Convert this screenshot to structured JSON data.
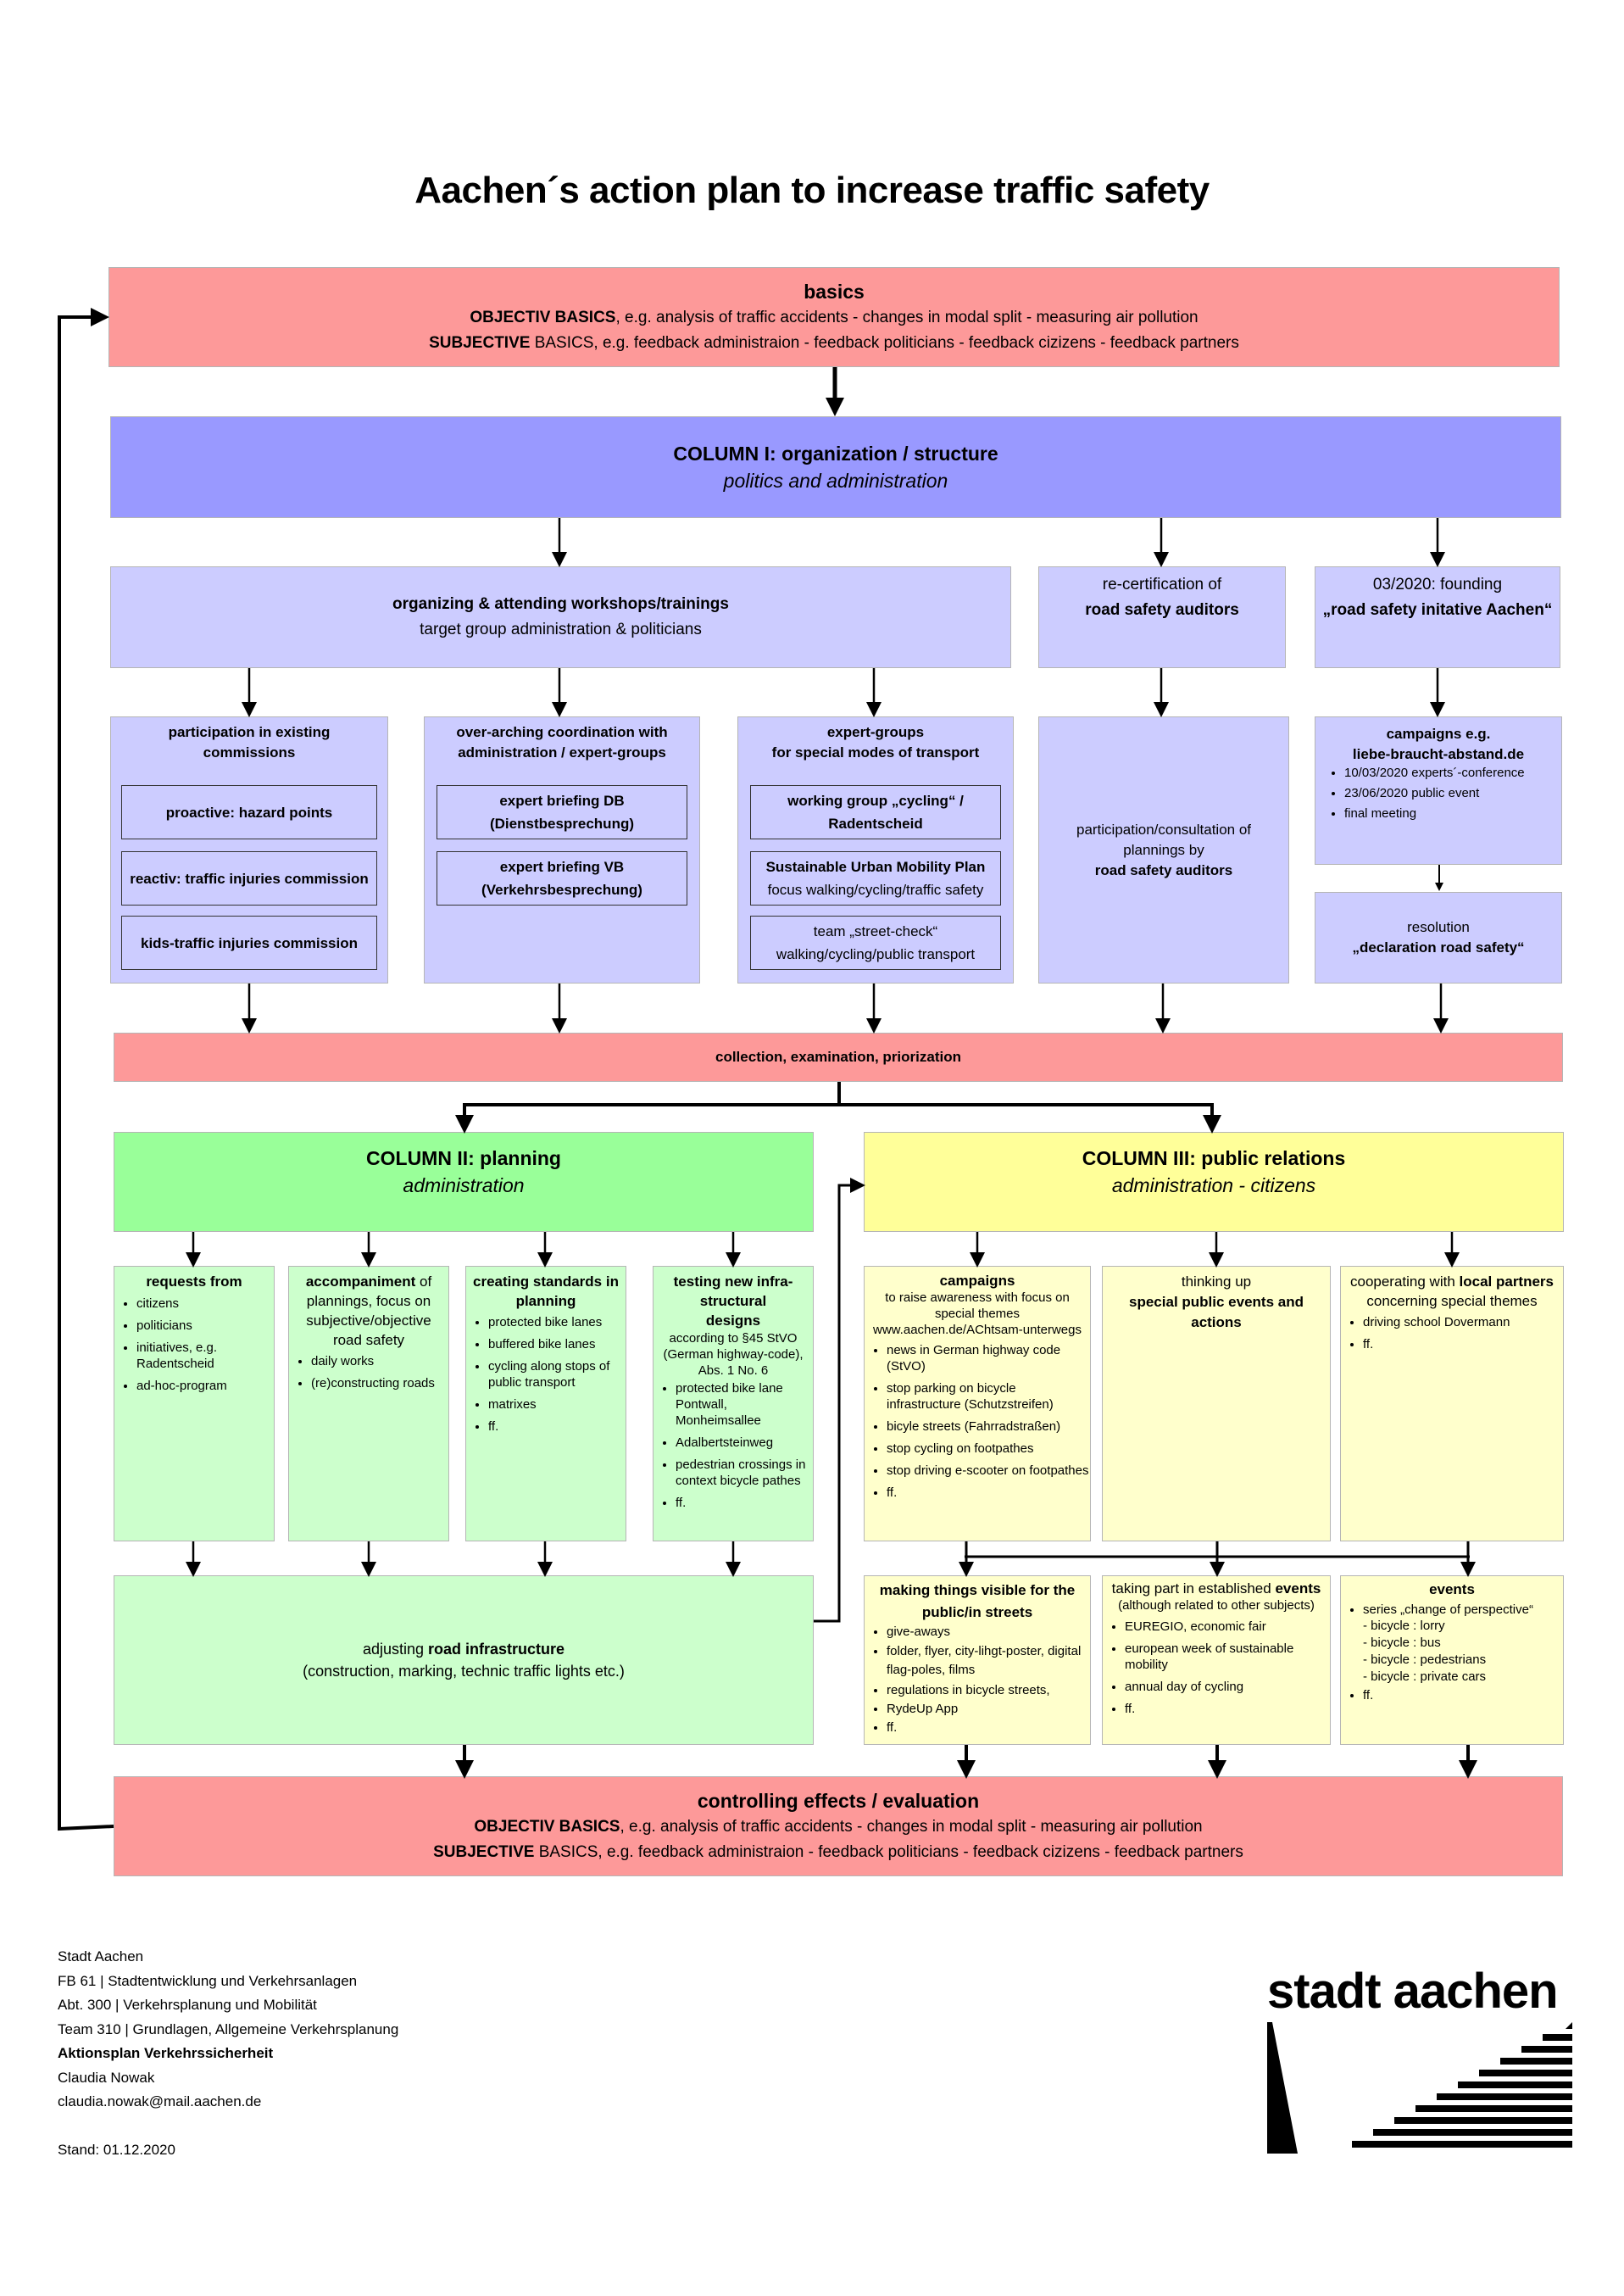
{
  "title": "Aachen´s action plan to increase traffic safety",
  "basics": {
    "heading": "basics",
    "objective_bold": "OBJECTIV BASICS",
    "objective_text": ", e.g. analysis of traffic accidents - changes in modal split - measuring air pollution",
    "subjective_bold": "SUBJECTIVE",
    "subjective_text": " BASICS, e.g. feedback administraion - feedback politicians - feedback cizizens - feedback partners"
  },
  "col1": {
    "heading": "COLUMN I: organization / structure",
    "sub": "politics and administration"
  },
  "workshops": {
    "heading": "organizing & attending workshops/trainings",
    "sub": "target group administration & politicians"
  },
  "recert": {
    "line1": "re-certification of",
    "line2": "road safety auditors"
  },
  "founding": {
    "line1": "03/2020: founding",
    "line2": "„road safety initative Aachen“"
  },
  "commissions": {
    "heading": "participation in existing commissions",
    "items": [
      "proactive: hazard points",
      "reactiv: traffic injuries commission",
      "kids-traffic injuries commission"
    ]
  },
  "coordination": {
    "heading": "over-arching coordination with administration / expert-groups",
    "items": [
      {
        "l1": "expert briefing DB",
        "l2": "(Dienstbesprechung)"
      },
      {
        "l1": "expert briefing VB",
        "l2": "(Verkehrsbesprechung)"
      }
    ]
  },
  "experts": {
    "h1": "expert-groups",
    "h2": "for special modes of transport",
    "items": [
      {
        "l1": "working group „cycling“ /",
        "l2": "Radentscheid"
      },
      {
        "l1": "Sustainable Urban Mobility Plan",
        "l2": "focus walking/cycling/traffic safety"
      },
      {
        "l1": "team „street-check“",
        "l2": "walking/cycling/public transport"
      }
    ]
  },
  "consultation": {
    "l1": "participation/consultation of",
    "l2": "plannings by",
    "l3": "road safety auditors"
  },
  "campaigns_box": {
    "h1": "campaigns e.g.",
    "h2": "liebe-braucht-abstand.de",
    "items": [
      "10/03/2020 experts´-conference",
      "23/06/2020 public event",
      "final meeting"
    ]
  },
  "resolution": {
    "l1": "resolution",
    "l2": "„declaration road safety“"
  },
  "collection": "collection, examination, priorization",
  "col2": {
    "heading": "COLUMN II: planning",
    "sub": "administration"
  },
  "col3": {
    "heading": "COLUMN III: public relations",
    "sub": "administration - citizens"
  },
  "requests": {
    "heading": "requests from",
    "items": [
      "citizens",
      "politicians",
      "initiatives, e.g. Radentscheid",
      "ad-hoc-program"
    ]
  },
  "accompaniment": {
    "h_bold": "accompaniment",
    "h_rest": " of plannings, focus on subjective/objective road safety",
    "items": [
      "daily works",
      "(re)constructing roads"
    ]
  },
  "standards": {
    "heading": "creating standards in planning",
    "items": [
      "protected bike lanes",
      "buffered bike lanes",
      "cycling along stops of public transport",
      "matrixes",
      "ff."
    ]
  },
  "testing": {
    "heading": "testing new infra-structural designs",
    "sub": "according to §45 StVO (German highway-code), Abs. 1 No. 6",
    "items": [
      "protected bike lane Pontwall, Monheimsallee",
      "Adalbertsteinweg",
      "pedestrian crossings in context bicycle pathes",
      "ff."
    ]
  },
  "pr_campaigns": {
    "heading": "campaigns",
    "sub": "to raise awareness with focus on special themes",
    "url": "www.aachen.de/AChtsam-unterwegs",
    "items": [
      "news in German highway code (StVO)",
      "stop parking on bicycle infrastructure (Schutzstreifen)",
      "bicyle streets (Fahrradstraßen)",
      "stop cycling on footpathes",
      "stop driving e-scooter on footpathes",
      "ff."
    ]
  },
  "thinking": {
    "l1": "thinking up",
    "l2": "special public events and actions"
  },
  "cooperating": {
    "h_plain": "cooperating with ",
    "h_bold": "local partners",
    "h2": "concerning special themes",
    "items": [
      "driving school Dovermann",
      "ff."
    ]
  },
  "adjusting": {
    "l1_plain": "adjusting ",
    "l1_bold": "road infrastructure",
    "l2": "(construction, marking, technic traffic lights etc.)"
  },
  "visible": {
    "heading": "making things visible for the public/in streets",
    "items": [
      "give-aways",
      "folder, flyer, city-lihgt-poster, digital flag-poles, films",
      "regulations in bicycle streets,",
      "RydeUp App",
      "ff."
    ]
  },
  "established": {
    "h_plain": "taking part in established ",
    "h_bold": "events",
    "sub": "(although related to other subjects)",
    "items": [
      "EUREGIO, economic fair",
      "european week of sustainable mobility",
      "annual day of cycling",
      "ff."
    ]
  },
  "events": {
    "heading": "events",
    "item1": "series „change of perspective“",
    "dashes": [
      "- bicycle : lorry",
      "- bicycle : bus",
      "- bicycle : pedestrians",
      "- bicycle : private cars"
    ],
    "item2": "ff."
  },
  "controlling": {
    "heading": "controlling effects / evaluation",
    "objective_bold": "OBJECTIV BASICS",
    "objective_text": ", e.g. analysis of traffic accidents - changes in modal split - measuring air pollution",
    "subjective_bold": "SUBJECTIVE",
    "subjective_text": " BASICS, e.g. feedback administraion - feedback politicians - feedback cizizens - feedback partners"
  },
  "footer": {
    "l1": "Stadt Aachen",
    "l2": "FB 61 | Stadtentwicklung und Verkehrsanlagen",
    "l3": "Abt. 300 | Verkehrsplanung und Mobilität",
    "l4": "Team 310 | Grundlagen, Allgemeine Verkehrsplanung",
    "l5": "Aktionsplan Verkehrssicherheit",
    "l6": "Claudia Nowak",
    "l7": "claudia.nowak@mail.aachen.de",
    "l8": "Stand: 01.12.2020"
  },
  "logo": {
    "text": "stadt aachen"
  },
  "colors": {
    "red": "#fd9999",
    "blue": "#9999ff",
    "light_blue": "#ccccff",
    "green": "#99ff99",
    "light_green": "#ccffcc",
    "yellow": "#ffff99",
    "light_yellow": "#ffffcc"
  }
}
